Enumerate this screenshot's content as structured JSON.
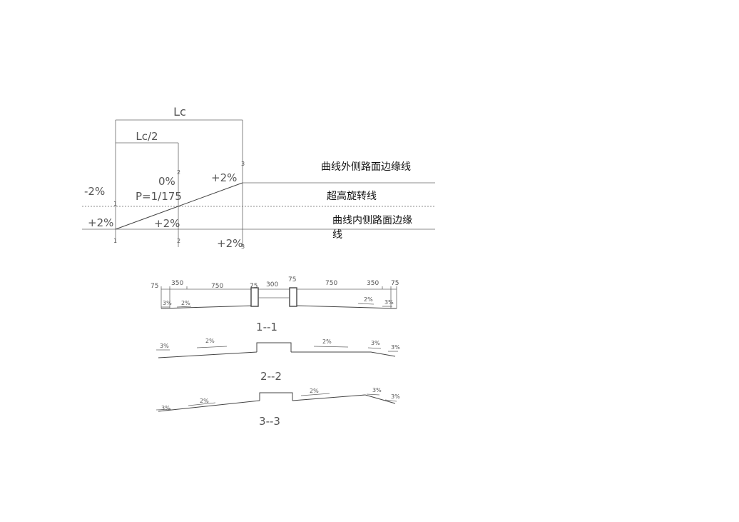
{
  "profile": {
    "lc": "Lc",
    "lc_half": "Lc/2",
    "zero_slope": "0%",
    "minus2_left": "-2%",
    "plus2_outer": "+2%",
    "rate": "P=1/175",
    "plus2_left": "+2%",
    "plus2_mid": "+2%",
    "plus2_bottom": "+2%",
    "sec1_top": "1",
    "sec1_bottom": "1",
    "sec2_top": "2",
    "sec2_bottom": "2",
    "sec3_top": "3",
    "sec3_bottom": "3",
    "label_outer": "曲线外侧路面边缘线",
    "label_axis": "超高旋转线",
    "label_inner_1": "曲线内侧路面边缘",
    "label_inner_2": "线"
  },
  "section1": {
    "dims": [
      "75",
      "350",
      "750",
      "75",
      "300",
      "75",
      "750",
      "350",
      "75"
    ],
    "slopes": [
      "3%",
      "2%",
      "2%",
      "3%"
    ],
    "caption": "1--1"
  },
  "section2": {
    "slopes": [
      "3%",
      "2%",
      "2%",
      "3%",
      "3%"
    ],
    "caption": "2--2"
  },
  "section3": {
    "slopes": [
      "3%",
      "2%",
      "2%",
      "3%",
      "3%"
    ],
    "caption": "3--3"
  }
}
